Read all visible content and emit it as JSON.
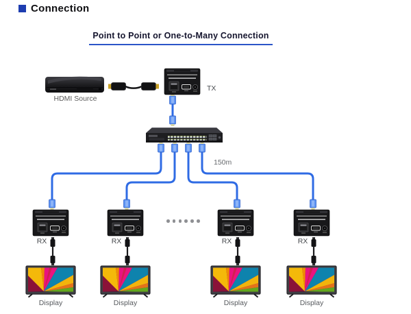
{
  "header": {
    "title": "Connection",
    "accent_color": "#1d3db0"
  },
  "diagram": {
    "subtitle": "Point to Point or One-to-Many Connection",
    "underline_color": "#2b55c8",
    "cable_color": "#2f6be4",
    "distance_label": "150m",
    "source_label": "HDMI Source",
    "tx_label": "TX",
    "ellipsis_dot_count": 6,
    "receivers": [
      {
        "label": "RX",
        "display_label": "Display"
      },
      {
        "label": "RX",
        "display_label": "Display"
      },
      {
        "label": "RX",
        "display_label": "Display"
      },
      {
        "label": "RX",
        "display_label": "Display"
      }
    ]
  }
}
